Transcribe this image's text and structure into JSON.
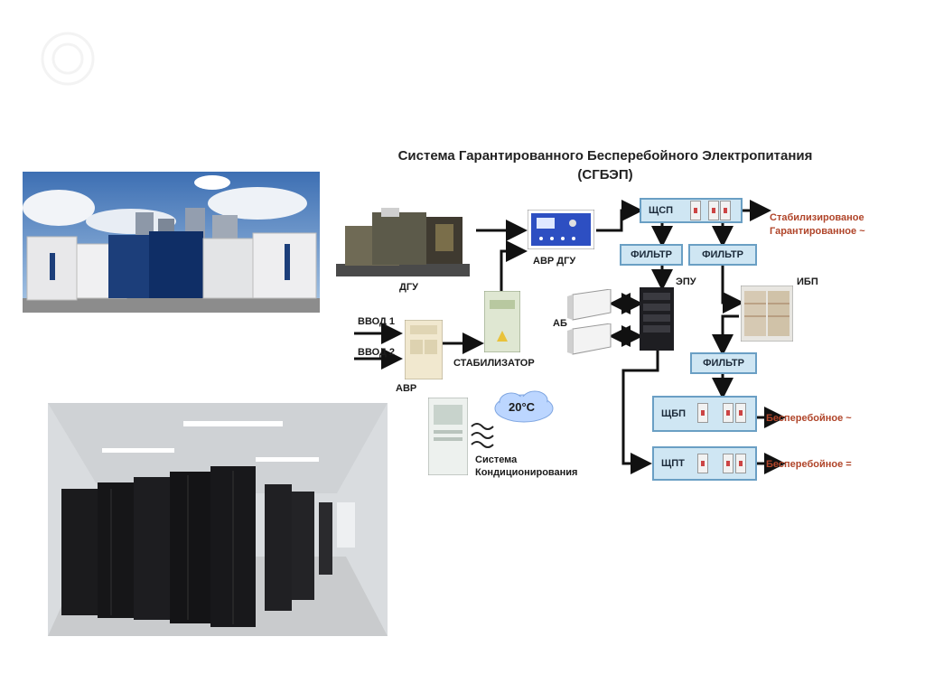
{
  "title": {
    "line1": "Система Гарантированного Бесперебойного Электропитания",
    "line2": "(СГБЭП)"
  },
  "nodes": {
    "dgu": "ДГУ",
    "avr_dgu": "АВР ДГУ",
    "vvod1": "ВВОД 1",
    "vvod2": "ВВОД 2",
    "avr": "АВР",
    "stabilizer": "СТАБИЛИЗАТОР",
    "ab": "АБ",
    "epu": "ЭПУ",
    "ibp": "ИБП",
    "conditioning_line1": "Система",
    "conditioning_line2": "Кондиционирования",
    "temperature": "20°C"
  },
  "panels": {
    "shsp": "ЩСП",
    "filter1": "ФИЛЬТР",
    "filter2": "ФИЛЬТР",
    "filter3": "ФИЛЬТР",
    "shbp": "ЩБП",
    "shpt": "ЩПТ"
  },
  "outputs": {
    "stabilized_line1": "Стабилизированое",
    "stabilized_line2": "Гарантированное ~",
    "uninterrupted_ac": "Бесперебойное ~",
    "uninterrupted_dc": "Бесперебойное ="
  },
  "colors": {
    "panel_fill": "#cfe6f3",
    "panel_border": "#6a9fc4",
    "output_text": "#b0452a",
    "arrow": "#111111"
  }
}
